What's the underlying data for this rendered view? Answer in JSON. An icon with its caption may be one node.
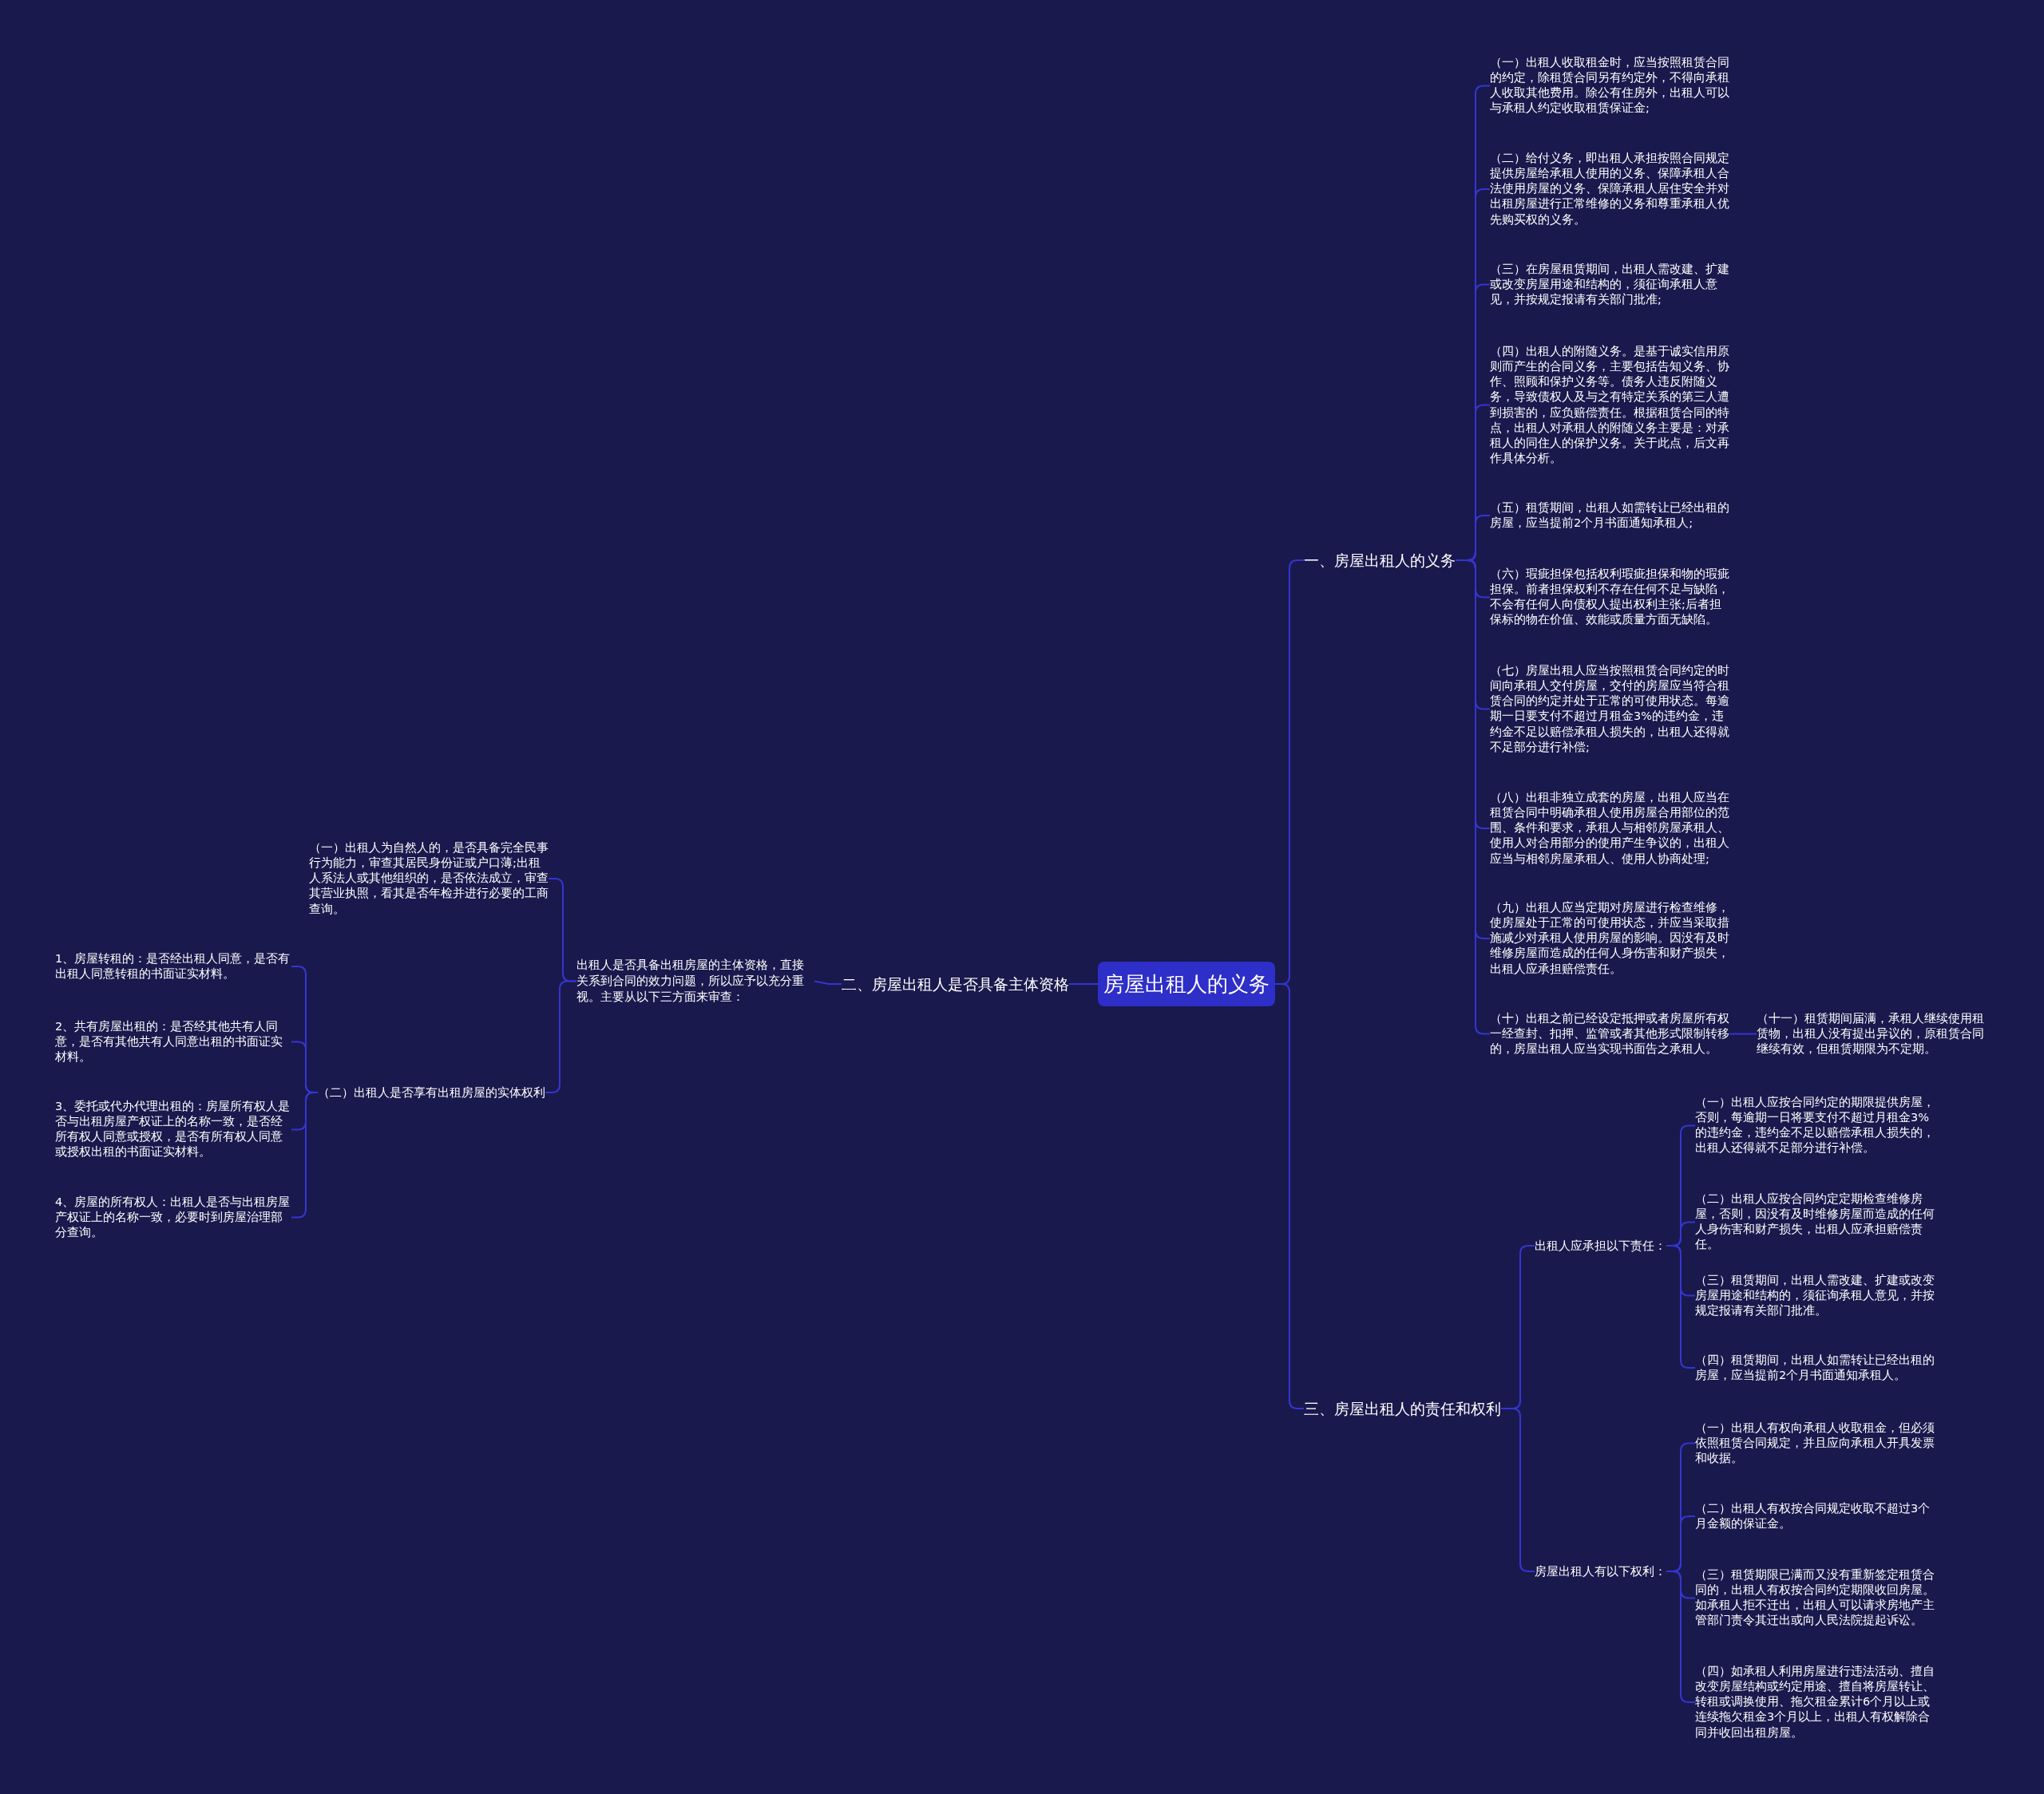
{
  "diagram": {
    "nodes": [
      {
        "text": [
          "房屋出租人的义务"
        ]
      },
      {
        "text": [
          "一、房屋出租人的义务"
        ]
      },
      {
        "text": [
          "（一）出租人收取租金时，应当按照租赁合同的约定，除租赁合同另有约定外，不得向承租人收取其他费用。除公有住房外，出租人可以与承租人约定收取租赁保证金;"
        ]
      },
      {
        "text": [
          "（二）给付义务，即出租人承担按照合同规定提供房屋给承租人使用的义务、保障承租人合法使用房屋的义务、保障承租人居住安全并对出租房屋进行正常维修的义务和尊重承租人优先购买权的义务。"
        ]
      },
      {
        "text": [
          "（三）在房屋租赁期间，出租人需改建、扩建或改变房屋用途和结构的，须征询承租人意见，并按规定报请有关部门批准;"
        ]
      },
      {
        "text": [
          "（四）出租人的附随义务。是基于诚实信用原则而产生的合同义务，主要包括告知义务、协作、照顾和保护义务等。债务人违反附随义务，导致债权人及与之有特定关系的第三人遭到损害的，应负赔偿责任。根据租赁合同的特点，出租人对承租人的附随义务主要是：对承租人的同住人的保护义务。关于此点，后文再作具体分析。"
        ]
      },
      {
        "text": [
          "（五）租赁期间，出租人如需转让已经出租的房屋，应当提前2个月书面通知承租人;"
        ]
      },
      {
        "text": [
          "（六）瑕疵担保包括权利瑕疵担保和物的瑕疵担保。前者担保权利不存在任何不足与缺陷，不会有任何人向债权人提出权利主张;后者担保标的物在价值、效能或质量方面无缺陷。"
        ]
      },
      {
        "text": [
          "（七）房屋出租人应当按照租赁合同约定的时间向承租人交付房屋，交付的房屋应当符合租赁合同的约定并处于正常的可使用状态。每逾期一日要支付不超过月租金3%的违约金，违约金不足以赔偿承租人损失的，出租人还得就不足部分进行补偿;"
        ]
      },
      {
        "text": [
          "（八）出租非独立成套的房屋，出租人应当在租赁合同中明确承租人使用房屋合用部位的范围、条件和要求，承租人与相邻房屋承租人、使用人对合用部分的使用产生争议的，出租人应当与相邻房屋承租人、使用人协商处理;"
        ]
      },
      {
        "text": [
          "（九）出租人应当定期对房屋进行检查维修，使房屋处于正常的可使用状态，并应当采取措施减少对承租人使用房屋的影响。因没有及时维修房屋而造成的任何人身伤害和财产损失，出租人应承担赔偿责任。"
        ]
      },
      {
        "text": [
          "（十）出租之前已经设定抵押或者房屋所有权一经查封、扣押、监管或者其他形式限制转移的，房屋出租人应当实现书面告之承租人。"
        ]
      },
      {
        "text": [
          "（十一）租赁期间届满，承租人继续使用租赁物，出租人没有提出异议的，原租赁合同继续有效，但租赁期限为不定期。"
        ]
      },
      {
        "text": [
          "二、房屋出租人是否具备主体资格"
        ]
      },
      {
        "text": [
          "出租人是否具备出租房屋的主体资格，直接关系到合同的效力问题，所以应予以充分重视。主要从以下三方面来审查："
        ]
      },
      {
        "text": [
          "（一）出租人为自然人的，是否具备完全民事行为能力，审查其居民身份证或户口薄;出租人系法人或其他组织的，是否依法成立，审查其营业执照，看其是否年检并进行必要的工商查询。"
        ]
      },
      {
        "text": [
          "（二）出租人是否享有出租房屋的实体权利"
        ]
      },
      {
        "text": [
          "1、房屋转租的：是否经出租人同意，是否有出租人同意转租的书面证实材料。"
        ]
      },
      {
        "text": [
          "2、共有房屋出租的：是否经其他共有人同意，是否有其他共有人同意出租的书面证实材料。"
        ]
      },
      {
        "text": [
          "3、委托或代办代理出租的：房屋所有权人是否与出租房屋产权证上的名称一致，是否经所有权人同意或授权，是否有所有权人同意或授权出租的书面证实材料。"
        ]
      },
      {
        "text": [
          "4、房屋的所有权人：出租人是否与出租房屋产权证上的名称一致，必要时到房屋治理部分查询。"
        ]
      },
      {
        "text": [
          "三、房屋出租人的责任和权利"
        ]
      },
      {
        "text": [
          "出租人应承担以下责任："
        ]
      },
      {
        "text": [
          "（一）出租人应按合同约定的期限提供房屋，否则，每逾期一日将要支付不超过月租金3%的违约金，违约金不足以赔偿承租人损失的，出租人还得就不足部分进行补偿。"
        ]
      },
      {
        "text": [
          "（二）出租人应按合同约定定期检查维修房屋，否则，因没有及时维修房屋而造成的任何人身伤害和财产损失，出租人应承担赔偿责任。"
        ]
      },
      {
        "text": [
          "（三）租赁期间，出租人需改建、扩建或改变房屋用途和结构的，须征询承租人意见，并按规定报请有关部门批准。"
        ]
      },
      {
        "text": [
          "（四）租赁期间，出租人如需转让已经出租的房屋，应当提前2个月书面通知承租人。"
        ]
      },
      {
        "text": [
          "房屋出租人有以下权利："
        ]
      },
      {
        "text": [
          "（一）出租人有权向承租人收取租金，但必须依照租赁合同规定，并且应向承租人开具发票和收据。"
        ]
      },
      {
        "text": [
          "（二）出租人有权按合同规定收取不超过3个月金额的保证金。"
        ]
      },
      {
        "text": [
          "（三）租赁期限已满而又没有重新签定租赁合同的，出租人有权按合同约定期限收回房屋。如承租人拒不迁出，出租人可以请求房地产主管部门责令其迁出或向人民法院提起诉讼。"
        ]
      },
      {
        "text": [
          "（四）如承租人利用房屋进行违法活动、擅自改变房屋结构或约定用途、擅自将房屋转让、转租或调换使用、拖欠租金累计6个月以上或连续拖欠租金3个月以上，出租人有权解除合同并收回出租房屋。"
        ]
      }
    ],
    "edges": [
      {
        "from": 0,
        "to": 1,
        "arrow": "none"
      },
      {
        "from": 1,
        "to": 2,
        "arrow": "none"
      },
      {
        "from": 1,
        "to": 3,
        "arrow": "none"
      },
      {
        "from": 1,
        "to": 4,
        "arrow": "none"
      },
      {
        "from": 1,
        "to": 5,
        "arrow": "none"
      },
      {
        "from": 1,
        "to": 6,
        "arrow": "none"
      },
      {
        "from": 1,
        "to": 7,
        "arrow": "none"
      },
      {
        "from": 1,
        "to": 8,
        "arrow": "none"
      },
      {
        "from": 1,
        "to": 9,
        "arrow": "none"
      },
      {
        "from": 1,
        "to": 10,
        "arrow": "none"
      },
      {
        "from": 1,
        "to": 11,
        "arrow": "none"
      },
      {
        "from": 11,
        "to": 12,
        "arrow": "none"
      },
      {
        "from": 0,
        "to": 13,
        "arrow": "none"
      },
      {
        "from": 13,
        "to": 14,
        "arrow": "none"
      },
      {
        "from": 14,
        "to": 15,
        "arrow": "none"
      },
      {
        "from": 14,
        "to": 16,
        "arrow": "none"
      },
      {
        "from": 16,
        "to": 17,
        "arrow": "none"
      },
      {
        "from": 16,
        "to": 18,
        "arrow": "none"
      },
      {
        "from": 16,
        "to": 19,
        "arrow": "none"
      },
      {
        "from": 16,
        "to": 20,
        "arrow": "none"
      },
      {
        "from": 0,
        "to": 21,
        "arrow": "none"
      },
      {
        "from": 21,
        "to": 22,
        "arrow": "none"
      },
      {
        "from": 21,
        "to": 27,
        "arrow": "none"
      },
      {
        "from": 22,
        "to": 23,
        "arrow": "none"
      },
      {
        "from": 22,
        "to": 24,
        "arrow": "none"
      },
      {
        "from": 22,
        "to": 25,
        "arrow": "none"
      },
      {
        "from": 22,
        "to": 26,
        "arrow": "none"
      },
      {
        "from": 27,
        "to": 28,
        "arrow": "none"
      },
      {
        "from": 27,
        "to": 29,
        "arrow": "none"
      },
      {
        "from": 27,
        "to": 30,
        "arrow": "none"
      },
      {
        "from": 27,
        "to": 31,
        "arrow": "none"
      }
    ]
  }
}
